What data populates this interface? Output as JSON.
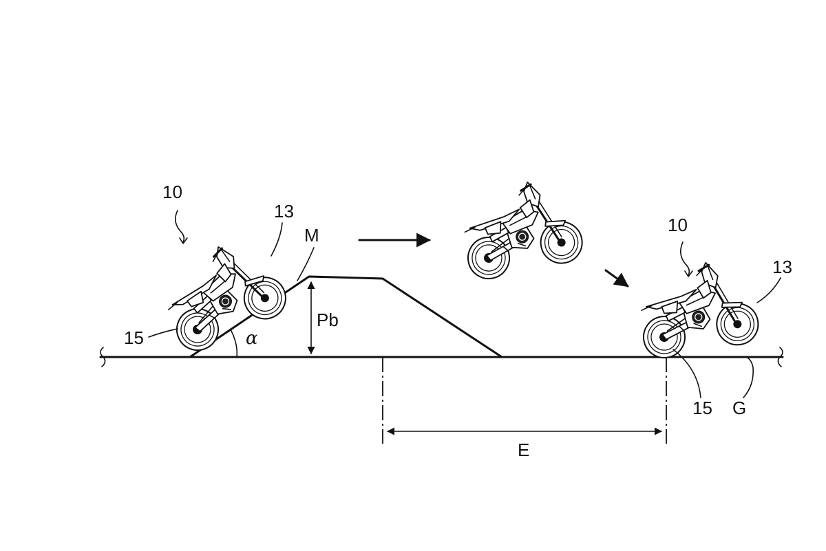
{
  "labels": {
    "vehicle_left": "10",
    "vehicle_right": "10",
    "front_wheel_left": "13",
    "front_wheel_right": "13",
    "rear_wheel_left": "15",
    "rear_wheel_right": "15",
    "ramp": "M",
    "ramp_height": "Pb",
    "ramp_angle": "α",
    "jump_distance": "E",
    "ground": "G"
  }
}
